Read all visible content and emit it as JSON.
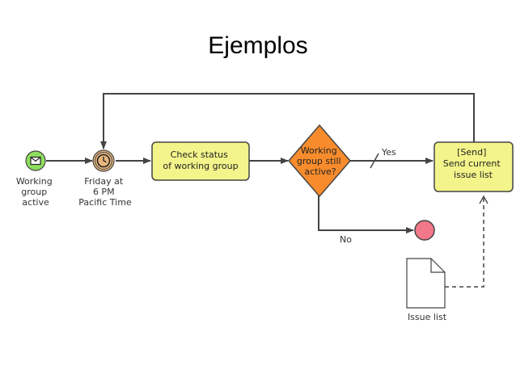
{
  "slide": {
    "title": "Ejemplos"
  },
  "diagram": {
    "start_event": {
      "label_lines": [
        "Working",
        "group",
        "active"
      ],
      "icon": "envelope-icon"
    },
    "timer_event": {
      "label_lines": [
        "Friday at",
        "6 PM",
        "Pacific Time"
      ],
      "icon": "clock-icon"
    },
    "task_check": {
      "label_lines": [
        "Check status",
        "of working group"
      ]
    },
    "gateway": {
      "label_lines": [
        "Working",
        "group still",
        "active?"
      ]
    },
    "flow_yes": {
      "label": "Yes"
    },
    "flow_no": {
      "label": "No"
    },
    "task_send": {
      "label_lines": [
        "[Send]",
        "Send current",
        "issue list"
      ]
    },
    "data_object": {
      "label": "Issue list",
      "icon": "document-icon"
    },
    "end_event": {
      "label": ""
    },
    "colors": {
      "task_fill": "#f3f48a",
      "task_stroke": "#444444",
      "gateway_fill": "#f88c2c",
      "start_fill": "#8ede5e",
      "timer_fill": "#e7b67e",
      "end_fill": "#f2788a"
    }
  }
}
